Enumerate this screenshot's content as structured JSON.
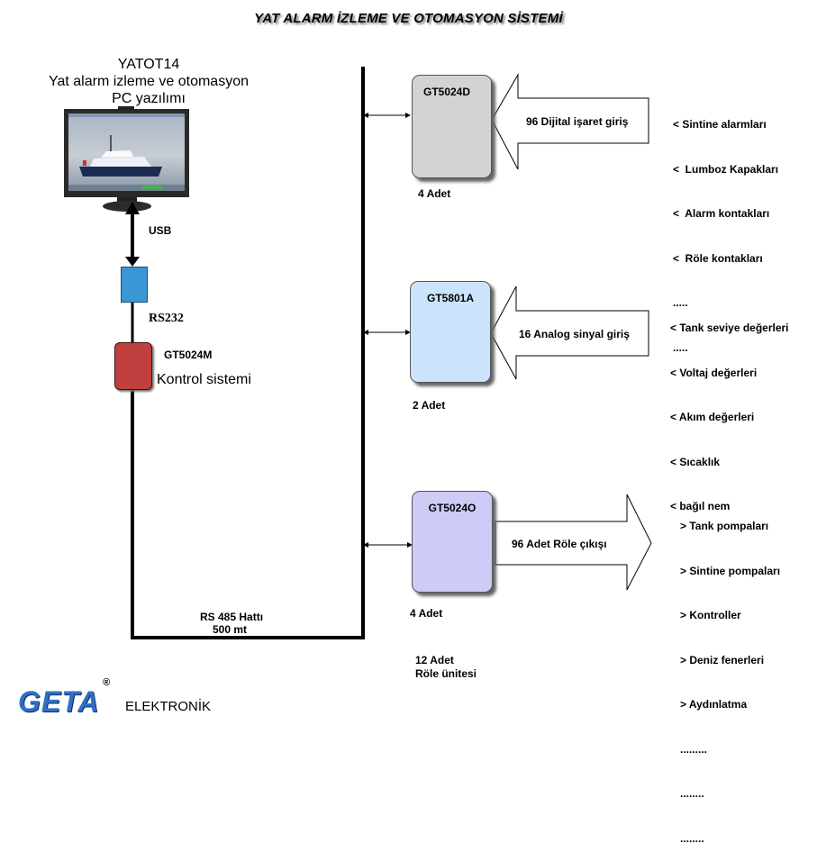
{
  "title": "YAT ALARM  İZLEME VE OTOMASYON  SİSTEMİ",
  "pc": {
    "name": "YATOT14",
    "description_line1": "Yat alarm izleme ve otomasyon",
    "description_line2": "PC yazılımı",
    "screen_icon": "monitor-with-yacht-screenshot-icon"
  },
  "connections": {
    "usb": "USB",
    "rs232": "RS232",
    "rs485_line1": "RS 485  Hattı",
    "rs485_line2": "500 mt"
  },
  "controller": {
    "model": "GT5024M",
    "label": "Kontrol sistemi",
    "color": "#c0403f"
  },
  "converter": {
    "color": "#3a96d4"
  },
  "modules": [
    {
      "model": "GT5024D",
      "count": "4 Adet",
      "arrow_label": "96 Dijital işaret giriş",
      "arrow_direction": "input",
      "color": "#d3d3d3",
      "items": [
        "< Sintine alarmları",
        "<  Lumboz Kapakları",
        "<  Alarm kontakları",
        "<  Röle kontakları",
        ".....",
        "....."
      ]
    },
    {
      "model": "GT5801A",
      "count": "2 Adet",
      "arrow_label": "16 Analog sinyal giriş",
      "arrow_direction": "input",
      "color": "#cce4fb",
      "items": [
        "< Tank seviye değerleri",
        "< Voltaj değerleri",
        "< Akım değerleri",
        "< Sıcaklık",
        "< bağıl nem"
      ]
    },
    {
      "model": "GT5024O",
      "count": "4 Adet",
      "arrow_label": "96 Adet Röle çıkışı",
      "arrow_direction": "output",
      "color": "#ccccf7",
      "items": [
        "> Tank pompaları",
        "> Sintine pompaları",
        "> Kontroller",
        "> Deniz fenerleri",
        "> Aydınlatma",
        ".........",
        "........",
        "........"
      ]
    }
  ],
  "relay_total_line1": "12 Adet",
  "relay_total_line2": "Röle ünitesi",
  "logo": {
    "brand": "GETA",
    "registered": "®",
    "subtitle": "ELEKTRONİK",
    "color": "#2f6fc4"
  }
}
